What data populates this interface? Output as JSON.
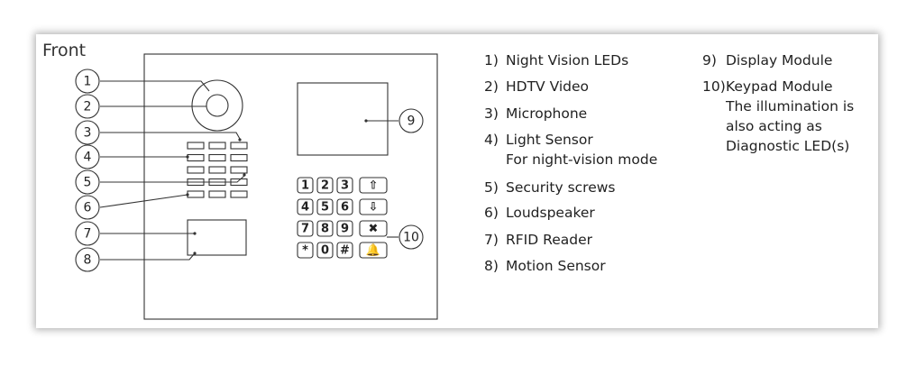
{
  "title": "Front",
  "callouts": [
    "1",
    "2",
    "3",
    "4",
    "5",
    "6",
    "7",
    "8",
    "9",
    "10"
  ],
  "keypad": {
    "keys": [
      "1",
      "2",
      "3",
      "⇧",
      "4",
      "5",
      "6",
      "⇩",
      "7",
      "8",
      "9",
      "✖",
      "*",
      "0",
      "#",
      "🔔"
    ]
  },
  "legend": [
    {
      "num": "1)",
      "lines": [
        "Night Vision LEDs"
      ]
    },
    {
      "num": "2)",
      "lines": [
        "HDTV Video"
      ]
    },
    {
      "num": "3)",
      "lines": [
        "Microphone"
      ]
    },
    {
      "num": "4)",
      "lines": [
        "Light Sensor",
        "For night-vision mode"
      ]
    },
    {
      "num": "5)",
      "lines": [
        "Security screws"
      ]
    },
    {
      "num": "6)",
      "lines": [
        "Loudspeaker"
      ]
    },
    {
      "num": "7)",
      "lines": [
        "RFID Reader"
      ]
    },
    {
      "num": "8)",
      "lines": [
        "Motion Sensor"
      ]
    },
    {
      "num": "9)",
      "lines": [
        "Display Module"
      ]
    },
    {
      "num": "10)",
      "lines": [
        "Keypad Module",
        "The illumination is",
        "also acting as",
        "Diagnostic LED(s)"
      ]
    }
  ]
}
